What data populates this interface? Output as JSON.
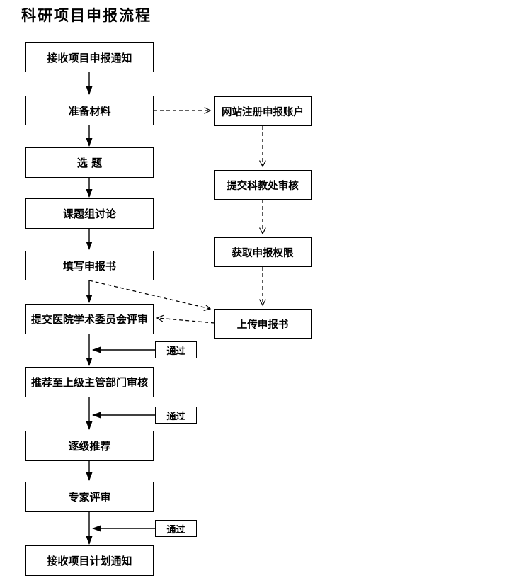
{
  "title": "科研项目申报流程",
  "flowchart": {
    "main_steps": [
      {
        "label": "接收项目申报通知"
      },
      {
        "label": "准备材料"
      },
      {
        "label": "选 题"
      },
      {
        "label": "课题组讨论"
      },
      {
        "label": "填写申报书"
      },
      {
        "label": "提交医院学术委员会评审"
      },
      {
        "label": "推荐至上级主管部门审核"
      },
      {
        "label": "逐级推荐"
      },
      {
        "label": "专家评审"
      },
      {
        "label": "接收项目计划通知"
      }
    ],
    "online_steps": [
      {
        "label": "网站注册申报账户"
      },
      {
        "label": "提交科教处审核"
      },
      {
        "label": "获取申报权限"
      },
      {
        "label": "上传申报书"
      }
    ],
    "pass_labels": [
      "通过",
      "通过",
      "通过"
    ],
    "line_color": "#000000",
    "background_color": "#ffffff"
  }
}
